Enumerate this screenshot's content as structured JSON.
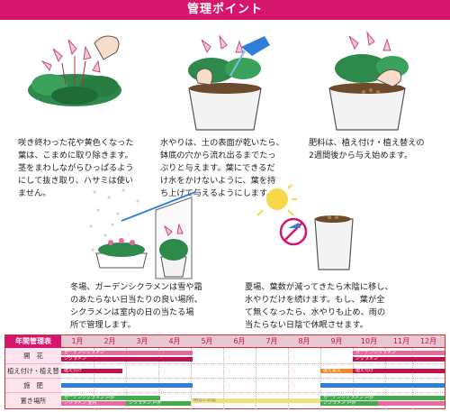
{
  "title": "管理ポイント",
  "panels": [
    {
      "caption_lines": [
        "咲き終わった花や黄色くなった",
        "葉は、こまめに取り除きます。",
        "茎をまわしながらひっぱるよう",
        "にして抜き取り、ハサミは使い",
        "ません。"
      ]
    },
    {
      "caption_lines": [
        "水やりは、土の表面が乾いたら、",
        "鉢底の穴から流れ出るまでたっ",
        "ぷりと与えます。葉にできるだ",
        "け水をかけないように、葉を持",
        "ち上げて与えるようにします。"
      ]
    },
    {
      "caption_lines": [
        "肥料は、植え付け・植え替えの",
        "2週間後から与え始めます。"
      ]
    },
    {
      "caption_lines": [
        "冬場、ガーデンシクラメンは雪や霜",
        "のあたらない日当たりの良い場所、",
        "シクラメンは室内の日の当たる場",
        "所で管理します。"
      ]
    },
    {
      "caption_lines": [
        "夏場、葉数が減ってきたら木陰に移し、",
        "水やりだけを続けます。もし、葉が全",
        "て無くなったら、水やりも止め、雨の",
        "当たらない日陰で休眠させます。"
      ]
    }
  ],
  "calendar": {
    "header_label": "年間管理表",
    "months": [
      "1月",
      "2月",
      "3月",
      "4月",
      "5月",
      "6月",
      "7月",
      "8月",
      "9月",
      "10月",
      "11月",
      "12月"
    ],
    "rows": [
      "開　花",
      "植え付け・植え替え",
      "施　肥",
      "置き場所"
    ],
    "bars": {
      "bloom_garden": "ガーデンシクラメン",
      "bloom_cyclamen": "シクラメン",
      "bloom_garden2": "ガーデンシクラメン",
      "bloom_cyclamen2": "シクラメン",
      "plant1": "植え付け",
      "plant2": "植え替え",
      "plant3": "植え付け",
      "place_garden1": "ガーデンシクラメン 戸外",
      "place_cyclamen1": "シクラメン 室内",
      "place_cyclamen1b": "シクラメン 戸外",
      "place_shade": "明るい日陰",
      "place_garden2": "ガーデンシクラメン 戸外",
      "place_cyclamen2": "シクラメン 戸外"
    }
  },
  "colors": {
    "accent": "#d6166d",
    "pink": "#e86aa1",
    "orange": "#f08a28",
    "blue": "#2f7ed8",
    "green": "#3fae49",
    "yellow": "#f2e07a"
  }
}
